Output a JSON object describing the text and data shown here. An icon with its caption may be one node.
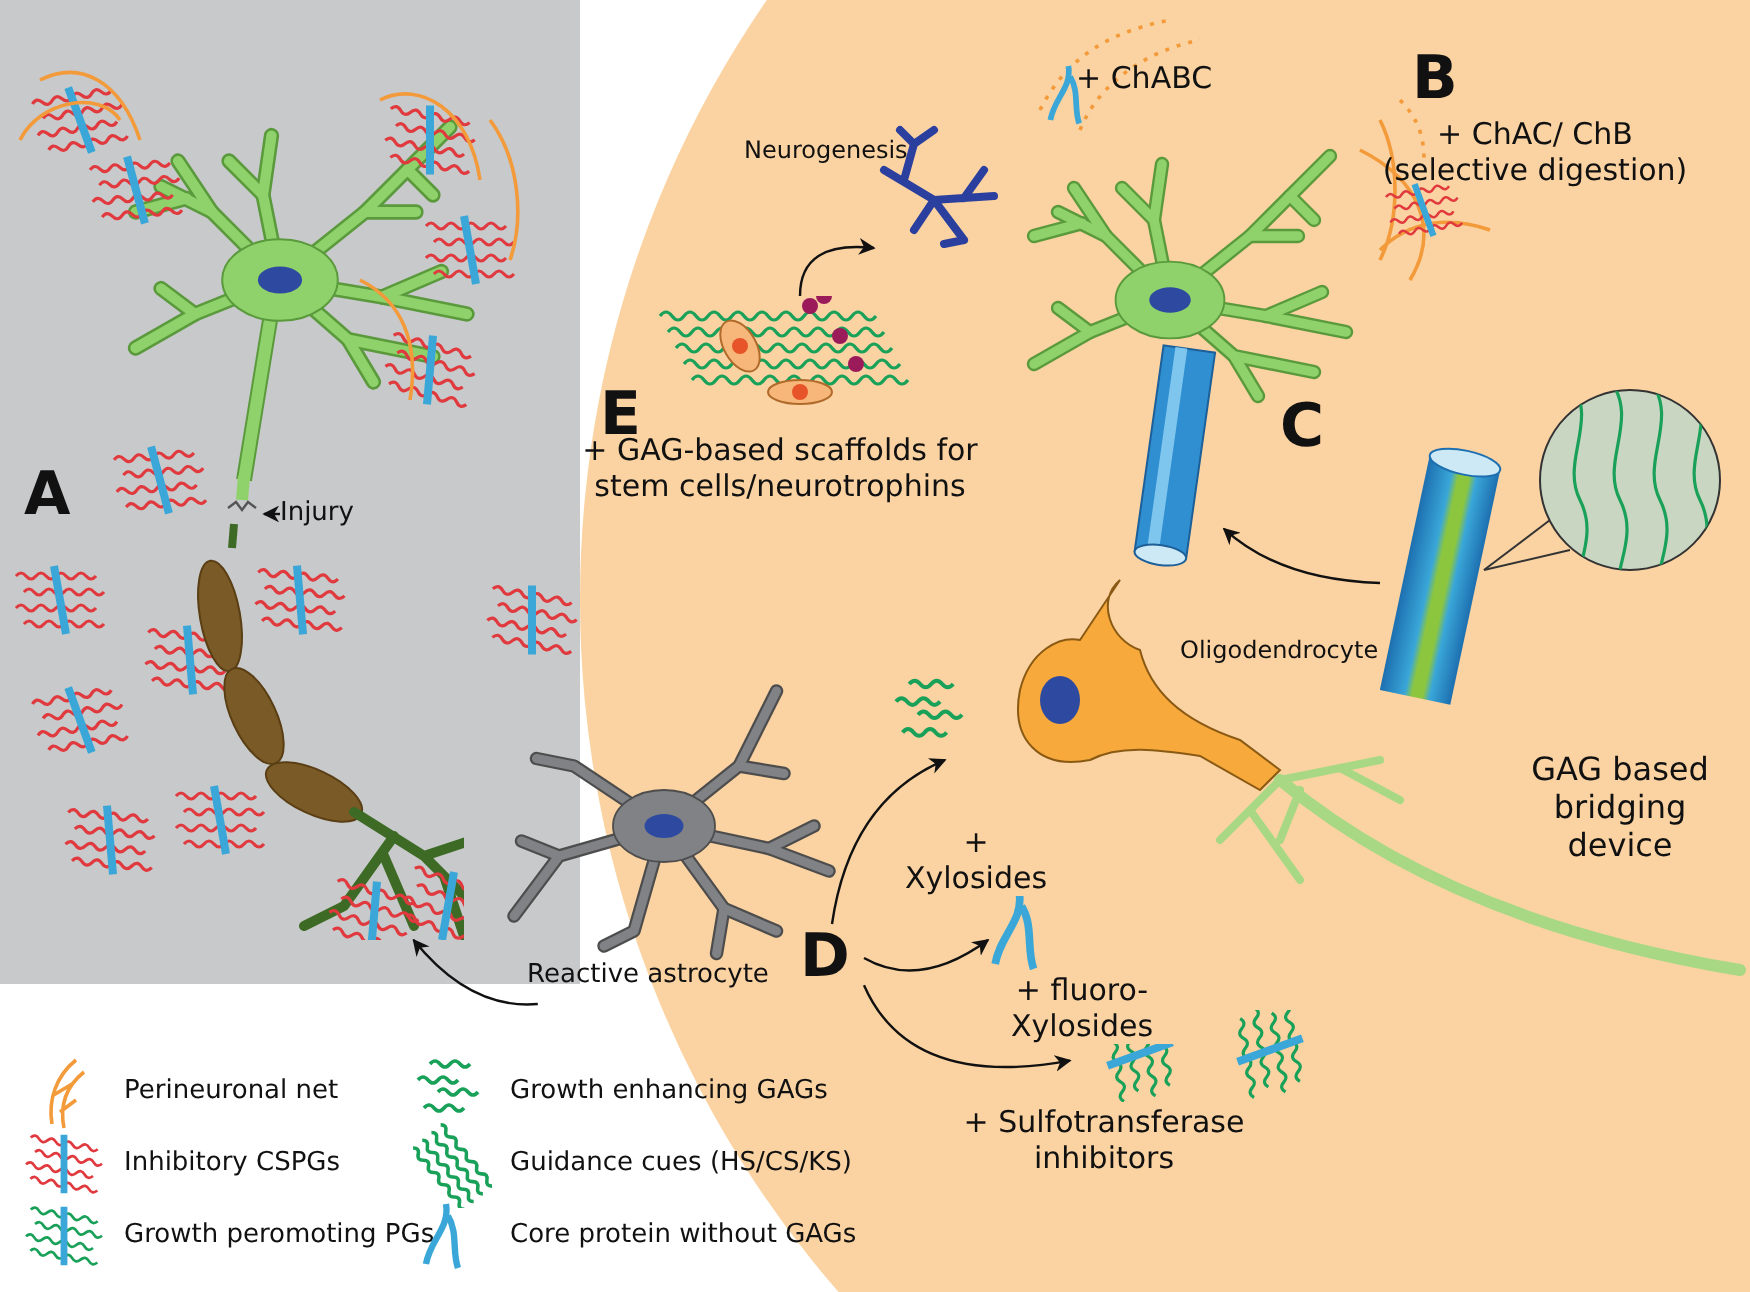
{
  "diagram": {
    "nodes": [
      {
        "text": [
          "Injury"
        ]
      },
      {
        "text": [],
        "shape": "picture"
      },
      {
        "text": [
          "Reactive astrocyte"
        ]
      },
      {
        "text": [
          "D"
        ]
      },
      {
        "text": [],
        "shape": "picture"
      },
      {
        "text": [],
        "shape": "picture"
      },
      {
        "text": [],
        "shape": "picture"
      },
      {
        "text": [
          "GAG based bridging device"
        ]
      },
      {
        "text": [],
        "shape": "picture"
      },
      {
        "text": [
          "+ GAG-based scaffolds for stem cells/neurotrophins"
        ]
      },
      {
        "text": [
          "Neurogenesis"
        ]
      },
      {
        "text": [],
        "shape": "picture"
      }
    ],
    "edges": [
      {
        "from": 0,
        "to": 11,
        "arrow": "to"
      },
      {
        "from": 2,
        "to": 1,
        "arrow": "to"
      },
      {
        "from": 3,
        "to": 4,
        "arrow": "to",
        "label": "+ Xylosides"
      },
      {
        "from": 3,
        "to": 5,
        "arrow": "to",
        "label": "+ fluoro-Xylosides"
      },
      {
        "from": 3,
        "to": 6,
        "arrow": "to",
        "label": "+ Sulfotransferase inhibitors"
      },
      {
        "from": 7,
        "to": 8,
        "arrow": "to"
      },
      {
        "from": 9,
        "to": 10,
        "arrow": "to"
      }
    ],
    "labels": [
      "+ ChABC",
      "B",
      "+ ChAC/ ChB (selective digestion)",
      "E",
      "C",
      "A",
      "Oligodendrocyte"
    ],
    "legend": [
      {
        "text": "Perineuronal net"
      },
      {
        "text": "Growth enhancing GAGs"
      },
      {
        "text": "Inhibitory CSPGs"
      },
      {
        "text": "Guidance cues (HS/CS/KS)"
      },
      {
        "text": "Growth peromoting PGs"
      },
      {
        "text": "Core protein without GAGs"
      }
    ]
  }
}
